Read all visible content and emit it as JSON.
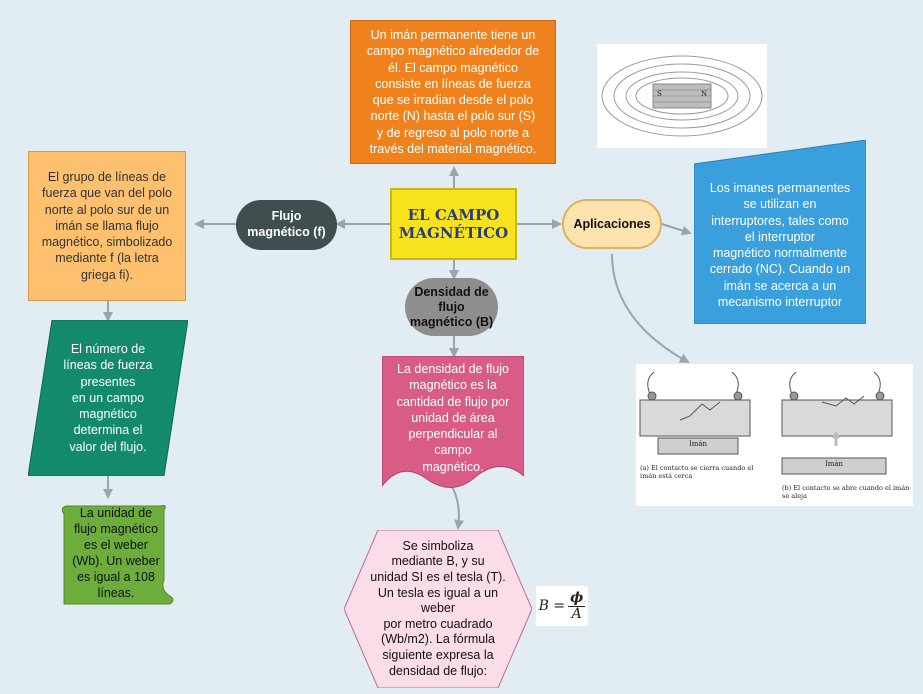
{
  "center": {
    "title": "EL CAMPO\nMAGNÉTICO"
  },
  "top_box": {
    "text": "Un imán permanente tiene un\ncampo magnético alrededor de\nél. El campo magnético\nconsiste en líneas de fuerza\nque se irradian desde el polo\nnorte (N) hasta el polo sur (S)\ny de regreso al polo norte a\ntravés del material magnético."
  },
  "flux_node": {
    "label": "Flujo\nmagnético (f)"
  },
  "flux_box": {
    "text": "El grupo de líneas de\nfuerza que van del polo\nnorte al polo sur de un\nimán se llama flujo\nmagnético, simbolizado\nmediante f (la letra\ngriega fi)."
  },
  "lines_box": {
    "text": "El número de\nlíneas de fuerza\npresentes\nen un campo\nmagnético\ndetermina el\nvalor del flujo."
  },
  "weber_box": {
    "text": "La unidad de\nflujo magnético\nes el weber\n(Wb). Un weber\nes igual a 108\nlíneas."
  },
  "density_node": {
    "label": "Densidad de\nflujo\nmagnético (B)"
  },
  "density_box": {
    "text": "La densidad de flujo\nmagnético es la\ncantidad de flujo por\nunidad de área\nperpendicular al\ncampo\nmagnético."
  },
  "tesla_box": {
    "text": "Se simboliza\nmediante B, y su\nunidad SI es el tesla (T).\nUn tesla es igual a un\nweber\npor metro cuadrado\n(Wb/m2). La fórmula\nsiguiente expresa la\ndensidad de flujo:"
  },
  "formula": {
    "lhs": "B =",
    "num": "ϕ",
    "den": "A"
  },
  "apps_node": {
    "label": "Aplicaciones"
  },
  "apps_box": {
    "text": "Los imanes permanentes\nse utilizan en\ninterruptores, tales como\nel interruptor\nmagnético normalmente\ncerrado (NC). Cuando un\nimán se acerca a un\nmecanismo interruptor"
  },
  "magnet_img": {
    "s": "S",
    "n": "N"
  },
  "switch_img": {
    "magnet_a": "Imán",
    "magnet_b": "Imán",
    "caption_a": "(a) El contacto se cierra cuando el\nimán está cerca",
    "caption_b": "(b) El contacto se abre cuando el imán\nse aleja"
  },
  "colors": {
    "orange": "#f0821e",
    "yellow": "#f7e21b",
    "peach": "#fcc06e",
    "teal": "#138a6c",
    "green": "#6cad3c",
    "gray": "#8e8e8e",
    "pink": "#d85c86",
    "lightpink": "#fadde8",
    "blue": "#3a9fdd",
    "darkslate": "#3f4e4e",
    "apps": "#fde3ad"
  }
}
